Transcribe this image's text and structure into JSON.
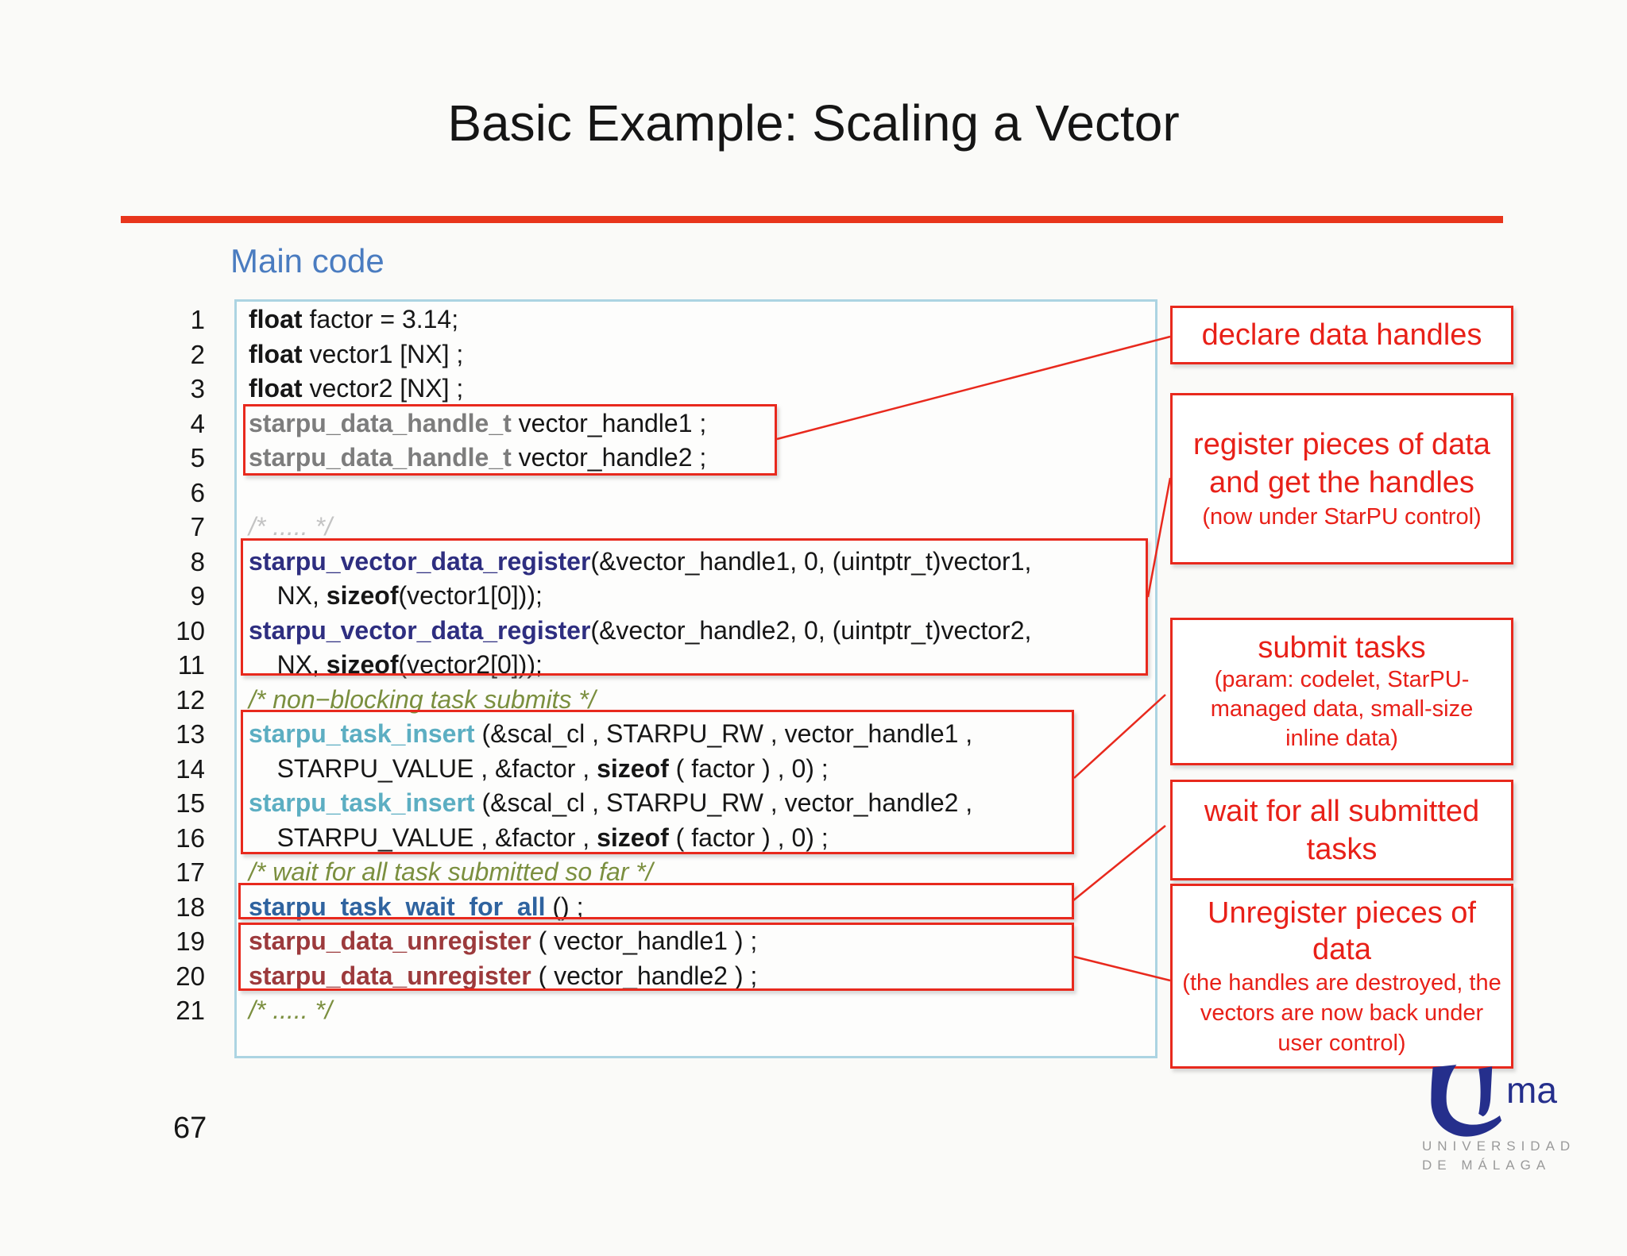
{
  "slide": {
    "title": "Basic Example: Scaling a Vector",
    "section_label": "Main code",
    "page_number": "67"
  },
  "colors": {
    "accent_red": "#e8291d",
    "title_rule_red": "#e8351c",
    "annotation_text_red": "#e82018",
    "code_panel_border_blue": "#acd4e2",
    "section_label_blue": "#4a7cc0",
    "fn_navy": "#2e2e80",
    "fn_teal": "#5caec2",
    "fn_steel_blue": "#2f639f",
    "fn_brick_red": "#9c3a3c",
    "type_gray": "#7d7d7d",
    "comment_olive": "#7b8f3f",
    "comment_gray": "#c3c3c3",
    "logo_navy": "#252f8c",
    "logo_gray": "#9a9a9a"
  },
  "code": {
    "lines": [
      {
        "num": "1",
        "segments": [
          {
            "t": "float",
            "s": "kw"
          },
          {
            "t": " factor = 3.14;",
            "s": "plain"
          }
        ]
      },
      {
        "num": "2",
        "segments": [
          {
            "t": "float",
            "s": "kw"
          },
          {
            "t": " vector1 [NX] ;",
            "s": "plain"
          }
        ]
      },
      {
        "num": "3",
        "segments": [
          {
            "t": "float",
            "s": "kw"
          },
          {
            "t": " vector2 [NX] ;",
            "s": "plain"
          }
        ]
      },
      {
        "num": "4",
        "segments": [
          {
            "t": "starpu_data_handle_t",
            "s": "type"
          },
          {
            "t": " vector_handle1 ;",
            "s": "plain"
          }
        ]
      },
      {
        "num": "5",
        "segments": [
          {
            "t": "starpu_data_handle_t",
            "s": "type"
          },
          {
            "t": " vector_handle2 ;",
            "s": "plain"
          }
        ]
      },
      {
        "num": "6",
        "segments": []
      },
      {
        "num": "7",
        "segments": [
          {
            "t": "/* ..... */",
            "s": "com-gray"
          }
        ]
      },
      {
        "num": "8",
        "segments": [
          {
            "t": "starpu_vector_data_register",
            "s": "navy"
          },
          {
            "t": "(&vector_handle1, 0, (uintptr_t)vector1,",
            "s": "plain"
          }
        ]
      },
      {
        "num": "9",
        "segments": [
          {
            "t": "    NX, ",
            "s": "plain"
          },
          {
            "t": "sizeof",
            "s": "kw"
          },
          {
            "t": "(vector1[0]));",
            "s": "plain"
          }
        ]
      },
      {
        "num": "10",
        "segments": [
          {
            "t": "starpu_vector_data_register",
            "s": "navy"
          },
          {
            "t": "(&vector_handle2, 0, (uintptr_t)vector2,",
            "s": "plain"
          }
        ]
      },
      {
        "num": "11",
        "segments": [
          {
            "t": "    NX, ",
            "s": "plain"
          },
          {
            "t": "sizeof",
            "s": "kw"
          },
          {
            "t": "(vector2[0]));",
            "s": "plain"
          }
        ]
      },
      {
        "num": "12",
        "segments": [
          {
            "t": "/* non−blocking task submits */",
            "s": "com-olive"
          }
        ]
      },
      {
        "num": "13",
        "segments": [
          {
            "t": "starpu_task_insert",
            "s": "teal"
          },
          {
            "t": " (&scal_cl , STARPU_RW , vector_handle1 ,",
            "s": "plain"
          }
        ]
      },
      {
        "num": "14",
        "segments": [
          {
            "t": "    STARPU_VALUE , &factor , ",
            "s": "plain"
          },
          {
            "t": "sizeof",
            "s": "kw"
          },
          {
            "t": " ( factor ) , 0) ;",
            "s": "plain"
          }
        ]
      },
      {
        "num": "15",
        "segments": [
          {
            "t": "starpu_task_insert",
            "s": "teal"
          },
          {
            "t": " (&scal_cl , STARPU_RW , vector_handle2 ,",
            "s": "plain"
          }
        ]
      },
      {
        "num": "16",
        "segments": [
          {
            "t": "    STARPU_VALUE , &factor , ",
            "s": "plain"
          },
          {
            "t": "sizeof",
            "s": "kw"
          },
          {
            "t": " ( factor ) , 0) ;",
            "s": "plain"
          }
        ]
      },
      {
        "num": "17",
        "segments": [
          {
            "t": "/* wait for all task submitted so far */",
            "s": "com-olive"
          }
        ]
      },
      {
        "num": "18",
        "segments": [
          {
            "t": "starpu_task_wait_for_all",
            "s": "blue"
          },
          {
            "t": " () ;",
            "s": "plain"
          }
        ]
      },
      {
        "num": "19",
        "segments": [
          {
            "t": "starpu_data_unregister",
            "s": "brick"
          },
          {
            "t": " ( vector_handle1 ) ;",
            "s": "plain"
          }
        ]
      },
      {
        "num": "20",
        "segments": [
          {
            "t": "starpu_data_unregister",
            "s": "brick"
          },
          {
            "t": " ( vector_handle2 ) ;",
            "s": "plain"
          }
        ]
      },
      {
        "num": "21",
        "segments": [
          {
            "t": "/* ..... */",
            "s": "com-olive"
          }
        ]
      }
    ]
  },
  "annotations": [
    {
      "main": "declare data handles",
      "sub": ""
    },
    {
      "main": "register pieces of data and get the handles",
      "sub": "(now under StarPU control)"
    },
    {
      "main": "submit tasks",
      "sub": "(param: codelet, StarPU-managed data, small-size inline data)"
    },
    {
      "main": "wait for all submitted tasks",
      "sub": ""
    },
    {
      "main": "Unregister pieces of data",
      "sub": "(the handles are destroyed, the vectors are now back under user control)"
    }
  ],
  "logo": {
    "short_name": "ma",
    "line1": "UNIVERSIDAD",
    "line2": "DE MÁLAGA"
  }
}
